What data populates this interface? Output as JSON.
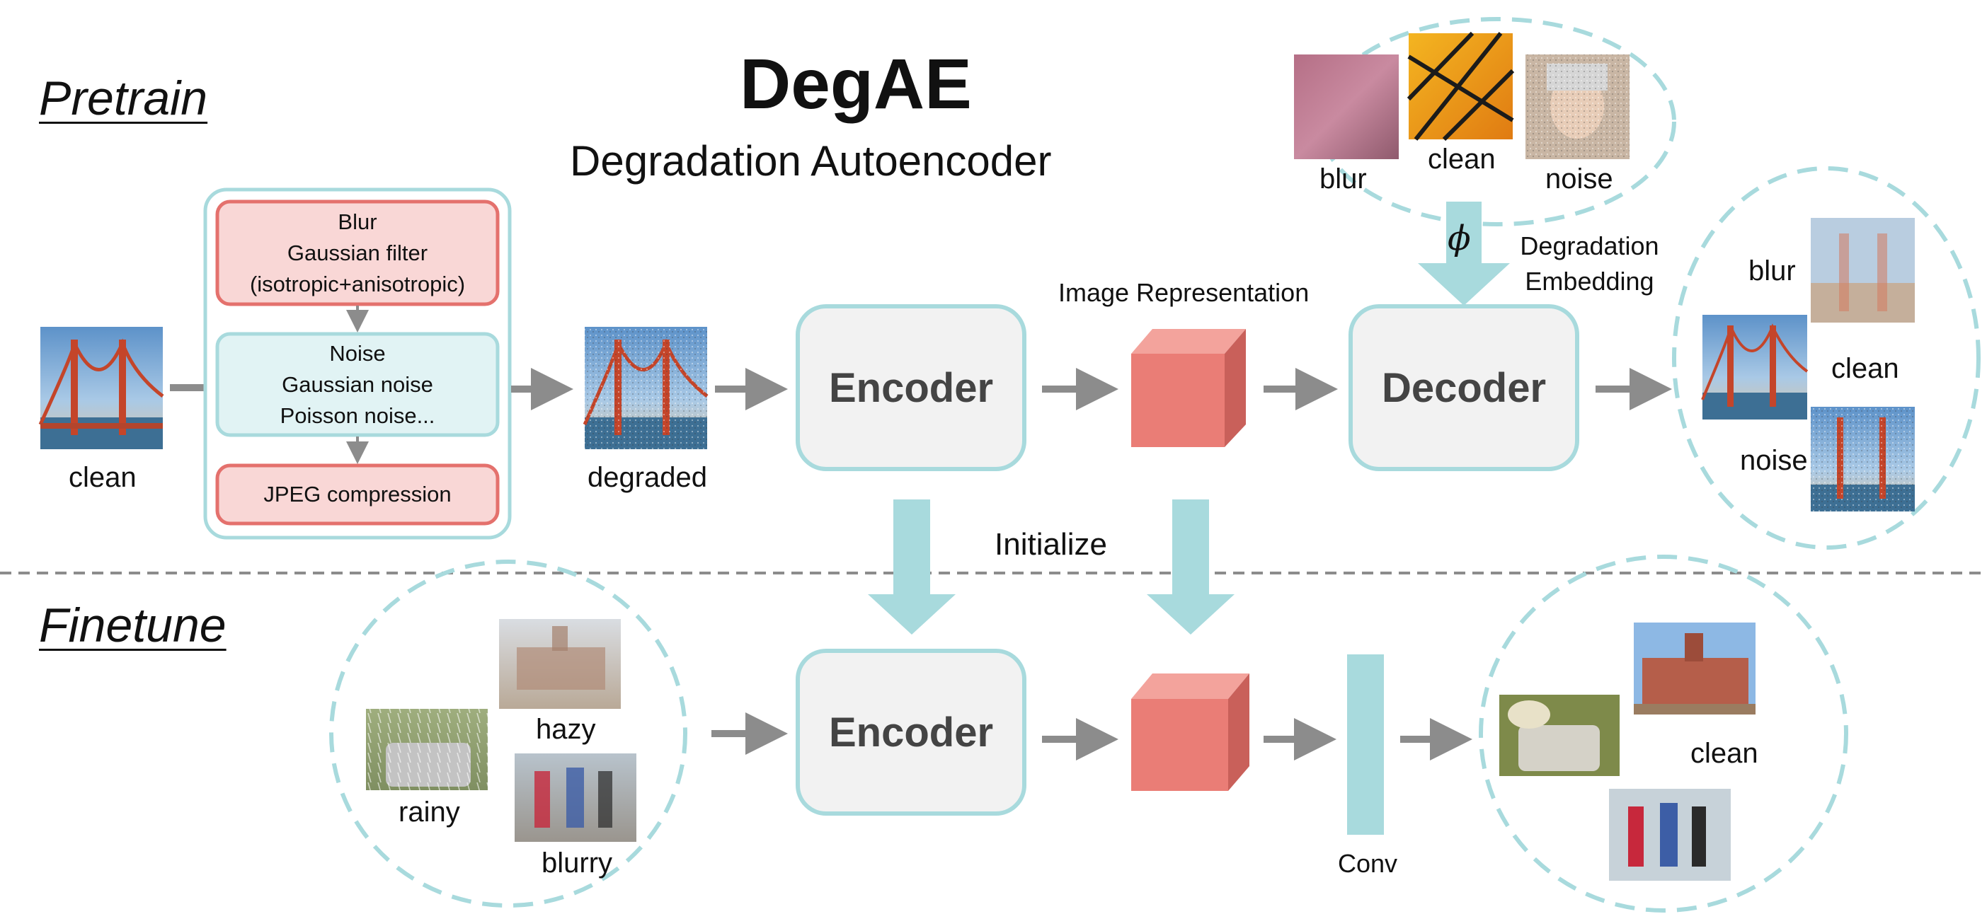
{
  "title": "DegAE",
  "subtitle": "Degradation Autoencoder",
  "sections": {
    "pretrain": "Pretrain",
    "finetune": "Finetune"
  },
  "pretrain": {
    "input_label": "clean",
    "degradations": {
      "blur": [
        "Blur",
        "Gaussian filter",
        "(isotropic+anisotropic)"
      ],
      "noise": [
        "Noise",
        "Gaussian noise",
        "Poisson noise..."
      ],
      "jpeg": "JPEG compression"
    },
    "degraded_label": "degraded",
    "encoder": "Encoder",
    "representation_label": "Image Representation",
    "decoder": "Decoder",
    "embedding_symbol": "ϕ",
    "embedding_label": [
      "Degradation",
      "Embedding"
    ],
    "style_examples": [
      "blur",
      "clean",
      "noise"
    ],
    "outputs": [
      "blur",
      "clean",
      "noise"
    ]
  },
  "initialize_label": "Initialize",
  "finetune": {
    "inputs": [
      "hazy",
      "rainy",
      "blurry"
    ],
    "encoder": "Encoder",
    "conv_label": "Conv",
    "output_label": "clean"
  },
  "colors": {
    "teal": "#a8dadd",
    "teal_border": "#9fd6da",
    "module_fill": "#f2f2f2",
    "red_box": "#f9d7d6",
    "red_border": "#e4716d",
    "cube_front": "#ea7d76",
    "cube_top": "#f3a39c",
    "cube_side": "#c9605a",
    "arrow_gray": "#8c8c8c",
    "dashed": "#8c8c8c"
  }
}
